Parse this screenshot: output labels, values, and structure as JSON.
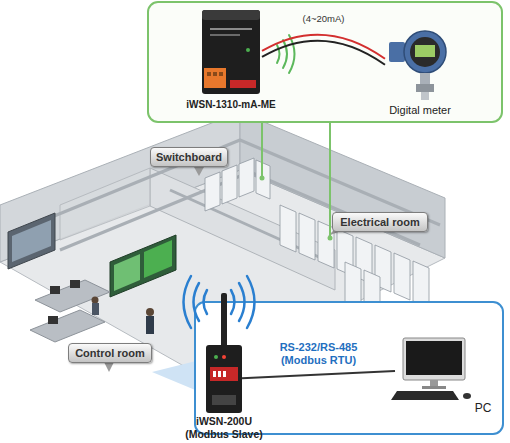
{
  "diagram": {
    "nodes": [
      {
        "text": [
          "iWSN-1310-mA-ME"
        ]
      },
      {
        "text": [
          "Digital meter"
        ]
      },
      {
        "text": [
          "Switchboard"
        ]
      },
      {
        "text": [
          "Electrical room"
        ]
      },
      {
        "text": [
          "Control room"
        ]
      },
      {
        "text": [
          "iWSN-200U (Modbus Slave)"
        ]
      },
      {
        "text": [
          "PC"
        ]
      }
    ],
    "edges": [
      {
        "from": 0,
        "to": 1,
        "label": "(4~20mA)",
        "arrow": "none"
      },
      {
        "from": 5,
        "to": 6,
        "label": "RS-232/RS-485 (Modbus RTU)",
        "arrow": "none"
      }
    ]
  }
}
